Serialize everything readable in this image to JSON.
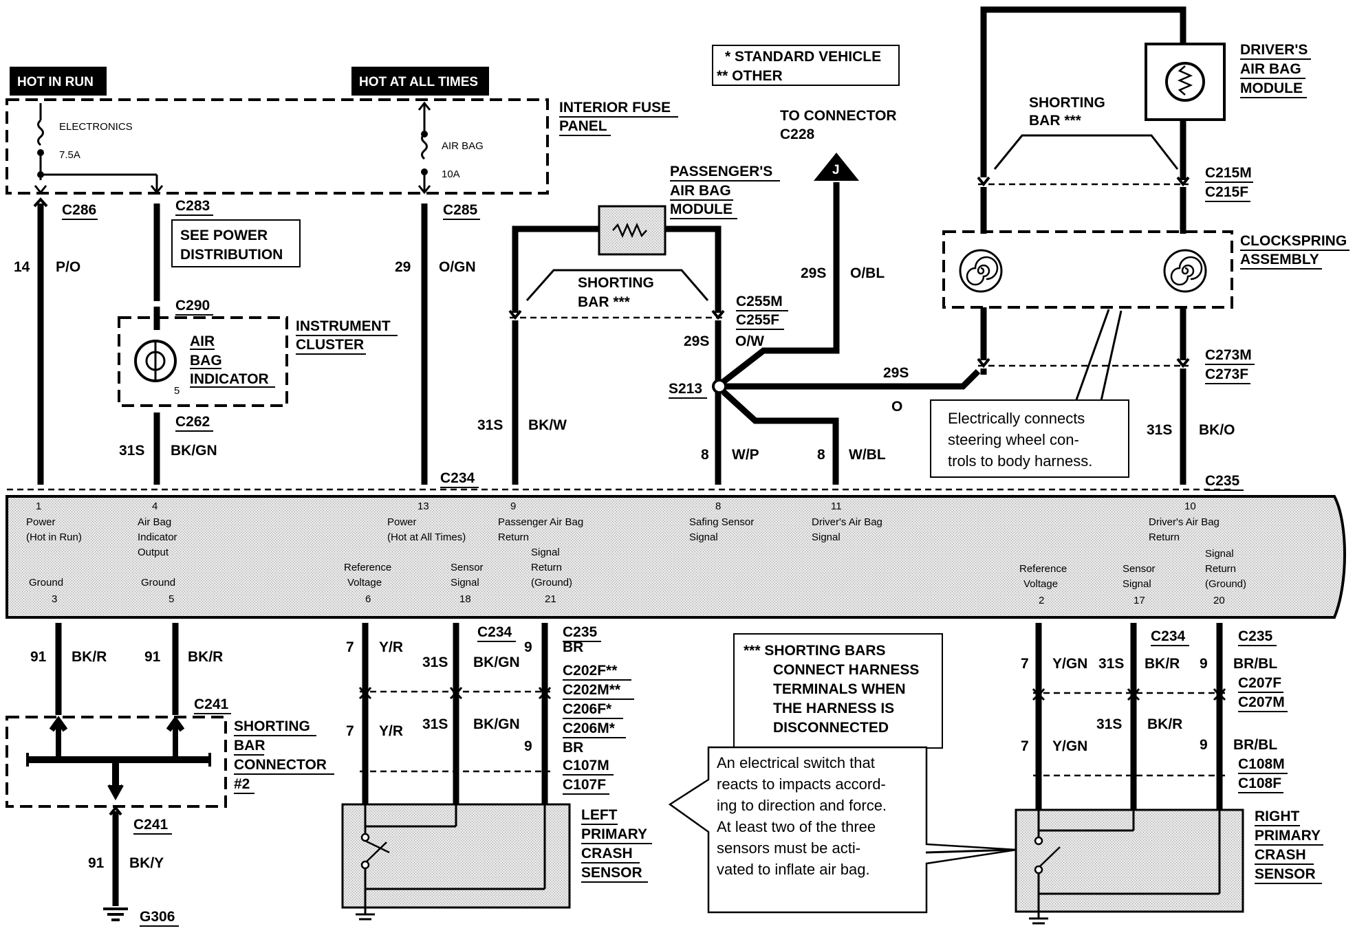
{
  "header": {
    "hot_in_run": "HOT IN RUN",
    "hot_at_all_times": "HOT AT ALL TIMES"
  },
  "legend": {
    "line1": "*  STANDARD VEHICLE",
    "line2": "**  OTHER"
  },
  "fuse_panel": {
    "label1": "INTERIOR FUSE",
    "label2": "PANEL",
    "fuse1_name": "ELECTRONICS",
    "fuse1_rating": "7.5A",
    "fuse2_name": "AIR BAG",
    "fuse2_rating": "10A"
  },
  "connectors": {
    "c286": "C286",
    "c283": "C283",
    "c285": "C285",
    "c290": "C290",
    "c262": "C262",
    "c234": "C234",
    "c235": "C235",
    "c228_1": "TO CONNECTOR",
    "c228_2": "C228",
    "c255m": "C255M",
    "c255f": "C255F",
    "s213": "S213",
    "c215m": "C215M",
    "c215f": "C215F",
    "c273m": "C273M",
    "c273f": "C273F",
    "c241": "C241",
    "g306": "G306",
    "c202f": "C202F**",
    "c202m": "C202M**",
    "c206f": "C206F*",
    "c206m": "C206M*",
    "c107m": "C107M",
    "c107f": "C107F",
    "c207f": "C207F",
    "c207m": "C207M",
    "c108m": "C108M",
    "c108f": "C108F"
  },
  "notes": {
    "see_power_1": "SEE POWER",
    "see_power_2": "DISTRIBUTION",
    "shorting_bars": [
      "*** SHORTING BARS",
      "CONNECT HARNESS",
      "TERMINALS WHEN",
      "THE HARNESS IS",
      "DISCONNECTED"
    ],
    "clockspring_callout": [
      "Electrically connects",
      "steering wheel con-",
      "trols to body harness."
    ],
    "sensor_callout": [
      "An electrical switch that",
      "reacts to impacts accord-",
      "ing to direction and force.",
      "At least two of the three",
      "sensors must be acti-",
      "vated to inflate air bag."
    ]
  },
  "components": {
    "instrument_cluster": [
      "INSTRUMENT",
      "CLUSTER"
    ],
    "air_bag_indicator": [
      "AIR",
      "BAG",
      "INDICATOR"
    ],
    "indicator_pin": "5",
    "passenger_module": [
      "PASSENGER'S",
      "AIR BAG",
      "MODULE"
    ],
    "driver_module": [
      "DRIVER'S",
      "AIR BAG",
      "MODULE"
    ],
    "shorting_bar": [
      "SHORTING",
      "BAR ***"
    ],
    "clockspring": [
      "CLOCKSPRING",
      "ASSEMBLY"
    ],
    "shorting_bar_connector": [
      "SHORTING",
      "BAR",
      "CONNECTOR",
      "#2"
    ],
    "left_sensor": [
      "LEFT",
      "PRIMARY",
      "CRASH",
      "SENSOR"
    ],
    "right_sensor": [
      "RIGHT",
      "PRIMARY",
      "CRASH",
      "SENSOR"
    ],
    "j_marker": "J"
  },
  "wires": {
    "w14": "14",
    "po": "P/O",
    "w29": "29",
    "ogn": "O/GN",
    "w29s": "29S",
    "obl": "O/BL",
    "ow": "O/W",
    "o": "O",
    "w31s": "31S",
    "bkgn": "BK/GN",
    "bkw": "BK/W",
    "bko": "BK/O",
    "w8": "8",
    "wp": "W/P",
    "wbl": "W/BL",
    "w91": "91",
    "bkr": "BK/R",
    "bky": "BK/Y",
    "w7": "7",
    "yr": "Y/R",
    "ygn": "Y/GN",
    "w9": "9",
    "br": "BR",
    "brbl": "BR/BL"
  },
  "module_pins": {
    "top": [
      {
        "num": "1",
        "label": [
          "Power",
          "(Hot in Run)"
        ]
      },
      {
        "num": "4",
        "label": [
          "Air Bag",
          "Indicator",
          "Output"
        ]
      },
      {
        "num": "13",
        "label": [
          "Power",
          "(Hot at All Times)"
        ]
      },
      {
        "num": "9",
        "label": [
          "Passenger Air Bag",
          "Return"
        ]
      },
      {
        "num": "8",
        "label": [
          "Safing Sensor",
          "Signal"
        ]
      },
      {
        "num": "11",
        "label": [
          "Driver's Air Bag",
          "Signal"
        ]
      },
      {
        "num": "10",
        "label": [
          "Driver's Air Bag",
          "Return"
        ]
      }
    ],
    "bottom": [
      {
        "num": "3",
        "label": [
          "Ground"
        ]
      },
      {
        "num": "5",
        "label": [
          "Ground"
        ]
      },
      {
        "num": "6",
        "label": [
          "Reference",
          "Voltage"
        ]
      },
      {
        "num": "18",
        "label": [
          "Sensor",
          "Signal"
        ]
      },
      {
        "num": "21",
        "label": [
          "Signal",
          "Return",
          "(Ground)"
        ]
      },
      {
        "num": "2",
        "label": [
          "Reference",
          "Voltage"
        ]
      },
      {
        "num": "17",
        "label": [
          "Sensor",
          "Signal"
        ]
      },
      {
        "num": "20",
        "label": [
          "Signal",
          "Return",
          "(Ground)"
        ]
      }
    ]
  }
}
